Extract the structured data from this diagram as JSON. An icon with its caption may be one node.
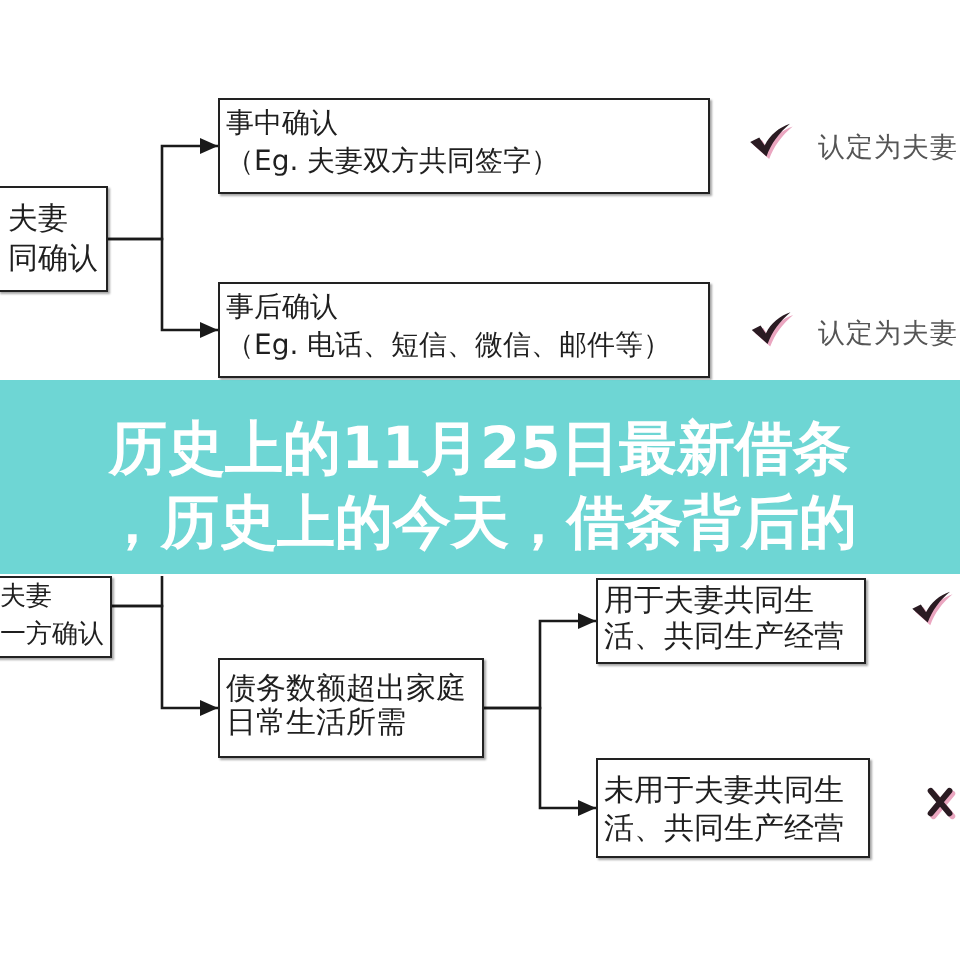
{
  "diagram": {
    "title": "历史上的11月25日最新借条，历史上的今天，借条背后的",
    "nodes": [
      {
        "text": [
          "夫妻",
          "同确认"
        ]
      },
      {
        "text": [
          "事中确认",
          "（Eg. 夫妻双方共同签字）"
        ]
      },
      {
        "text": [
          "事后确认",
          "（Eg. 电话、短信、微信、邮件等）"
        ]
      },
      {
        "text": [
          "夫妻",
          "一方确认"
        ]
      },
      {
        "text": [
          "债务数额超出家庭日常生活所需"
        ]
      },
      {
        "text": [
          "用于夫妻共同生活、共同生产经营"
        ]
      },
      {
        "text": [
          "未用于夫妻共同生活、共同生产经营"
        ]
      }
    ],
    "edges": [
      {
        "from": 0,
        "to": 1,
        "arrow": "to"
      },
      {
        "from": 0,
        "to": 2,
        "arrow": "to"
      },
      {
        "from": 3,
        "to": null,
        "arrow": "none"
      },
      {
        "from": 3,
        "to": 4,
        "arrow": "to"
      },
      {
        "from": 4,
        "to": 5,
        "arrow": "to"
      },
      {
        "from": 4,
        "to": 6,
        "arrow": "to"
      }
    ],
    "labels": [
      "认定为夫妻",
      "认定为夫妻"
    ]
  }
}
